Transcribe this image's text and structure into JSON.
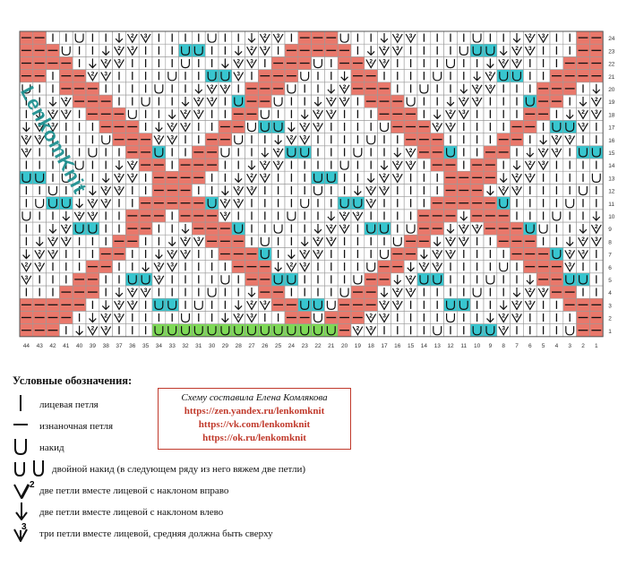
{
  "chart_data": {
    "type": "grid",
    "columns": 44,
    "rows": 24,
    "column_numbers": [
      "44",
      "43",
      "42",
      "41",
      "40",
      "39",
      "38",
      "37",
      "36",
      "35",
      "34",
      "33",
      "32",
      "31",
      "30",
      "29",
      "28",
      "27",
      "26",
      "25",
      "24",
      "23",
      "22",
      "21",
      "20",
      "19",
      "18",
      "17",
      "16",
      "15",
      "14",
      "13",
      "12",
      "11",
      "10",
      "9",
      "8",
      "7",
      "6",
      "5",
      "4",
      "3",
      "2",
      "1"
    ],
    "row_numbers": [
      "1",
      "2",
      "3",
      "4",
      "5",
      "6",
      "7",
      "8",
      "9",
      "10",
      "11",
      "12",
      "13",
      "14",
      "15",
      "16",
      "17",
      "18",
      "19",
      "20",
      "21",
      "22",
      "23",
      "24"
    ],
    "symbols": {
      "knit": "|",
      "purl": "—",
      "yarn_over": "U",
      "double_yarn_over": "UU",
      "k2tog_right": "2∨",
      "k2tog_left": "↓",
      "k3tog": "3∨"
    },
    "colors": {
      "grid_line": "#9a9a9a",
      "cell_background": "#ffffff",
      "purl_area": "#e9786b",
      "yarn_over_area": "#38c6cf",
      "highlight_area": "#7ed957",
      "credit_border": "#c0392b",
      "watermark": "#1a8f8f"
    }
  },
  "watermark": "LenkomKnit",
  "legend": {
    "title": "Условные обозначения:",
    "items": [
      {
        "icon": "knit-stitch-icon",
        "text": "лицевая петля"
      },
      {
        "icon": "purl-stitch-icon",
        "text": "изнаночная петля"
      },
      {
        "icon": "yarn-over-icon",
        "text": "накид"
      },
      {
        "icon": "double-yarn-over-icon",
        "text": "двойной накид (в следующем ряду из него вяжем две петли)"
      },
      {
        "icon": "k2tog-right-icon",
        "text": "две петли вместе лицевой с наклоном вправо"
      },
      {
        "icon": "k2tog-left-icon",
        "text": "две петли вместе лицевой с наклоном влево"
      },
      {
        "icon": "k3tog-icon",
        "text": "три петли вместе лицевой, средняя должна быть сверху"
      }
    ]
  },
  "credit": {
    "author": "Схему составила Елена Комлякова",
    "links": [
      "https://zen.yandex.ru/lenkomknit",
      "https://vk.com/lenkomknit",
      "https://ok.ru/lenkomknit"
    ]
  }
}
